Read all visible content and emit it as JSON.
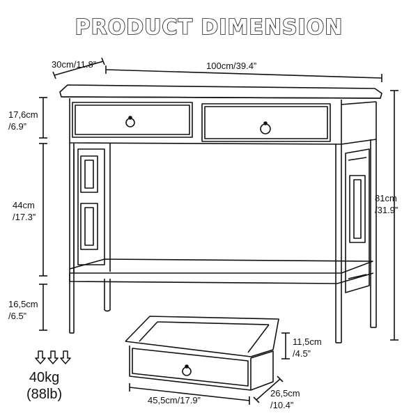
{
  "title": "PRODUCT DIMENSION",
  "dimensions": {
    "depth": "30cm/11.8”",
    "width": "100cm/39.4”",
    "drawer_height_cm": "17,6cm",
    "drawer_height_in": "/6.9”",
    "middle_height_cm": "44cm",
    "middle_height_in": "/17.3”",
    "bottom_height_cm": "16,5cm",
    "bottom_height_in": "/6.5”",
    "total_height_cm": "81cm",
    "total_height_in": "/31.9”",
    "drawer_box_height_cm": "11,5cm",
    "drawer_box_height_in": "/4.5”",
    "drawer_box_depth_cm": "26,5cm",
    "drawer_box_depth_in": "/10.4”",
    "drawer_box_width": "45,5cm/17.9”"
  },
  "weight": {
    "kg": "40kg",
    "lb": "(88lb)"
  },
  "icons": [
    "down-arrow-icon",
    "down-arrow-icon",
    "down-arrow-icon"
  ]
}
